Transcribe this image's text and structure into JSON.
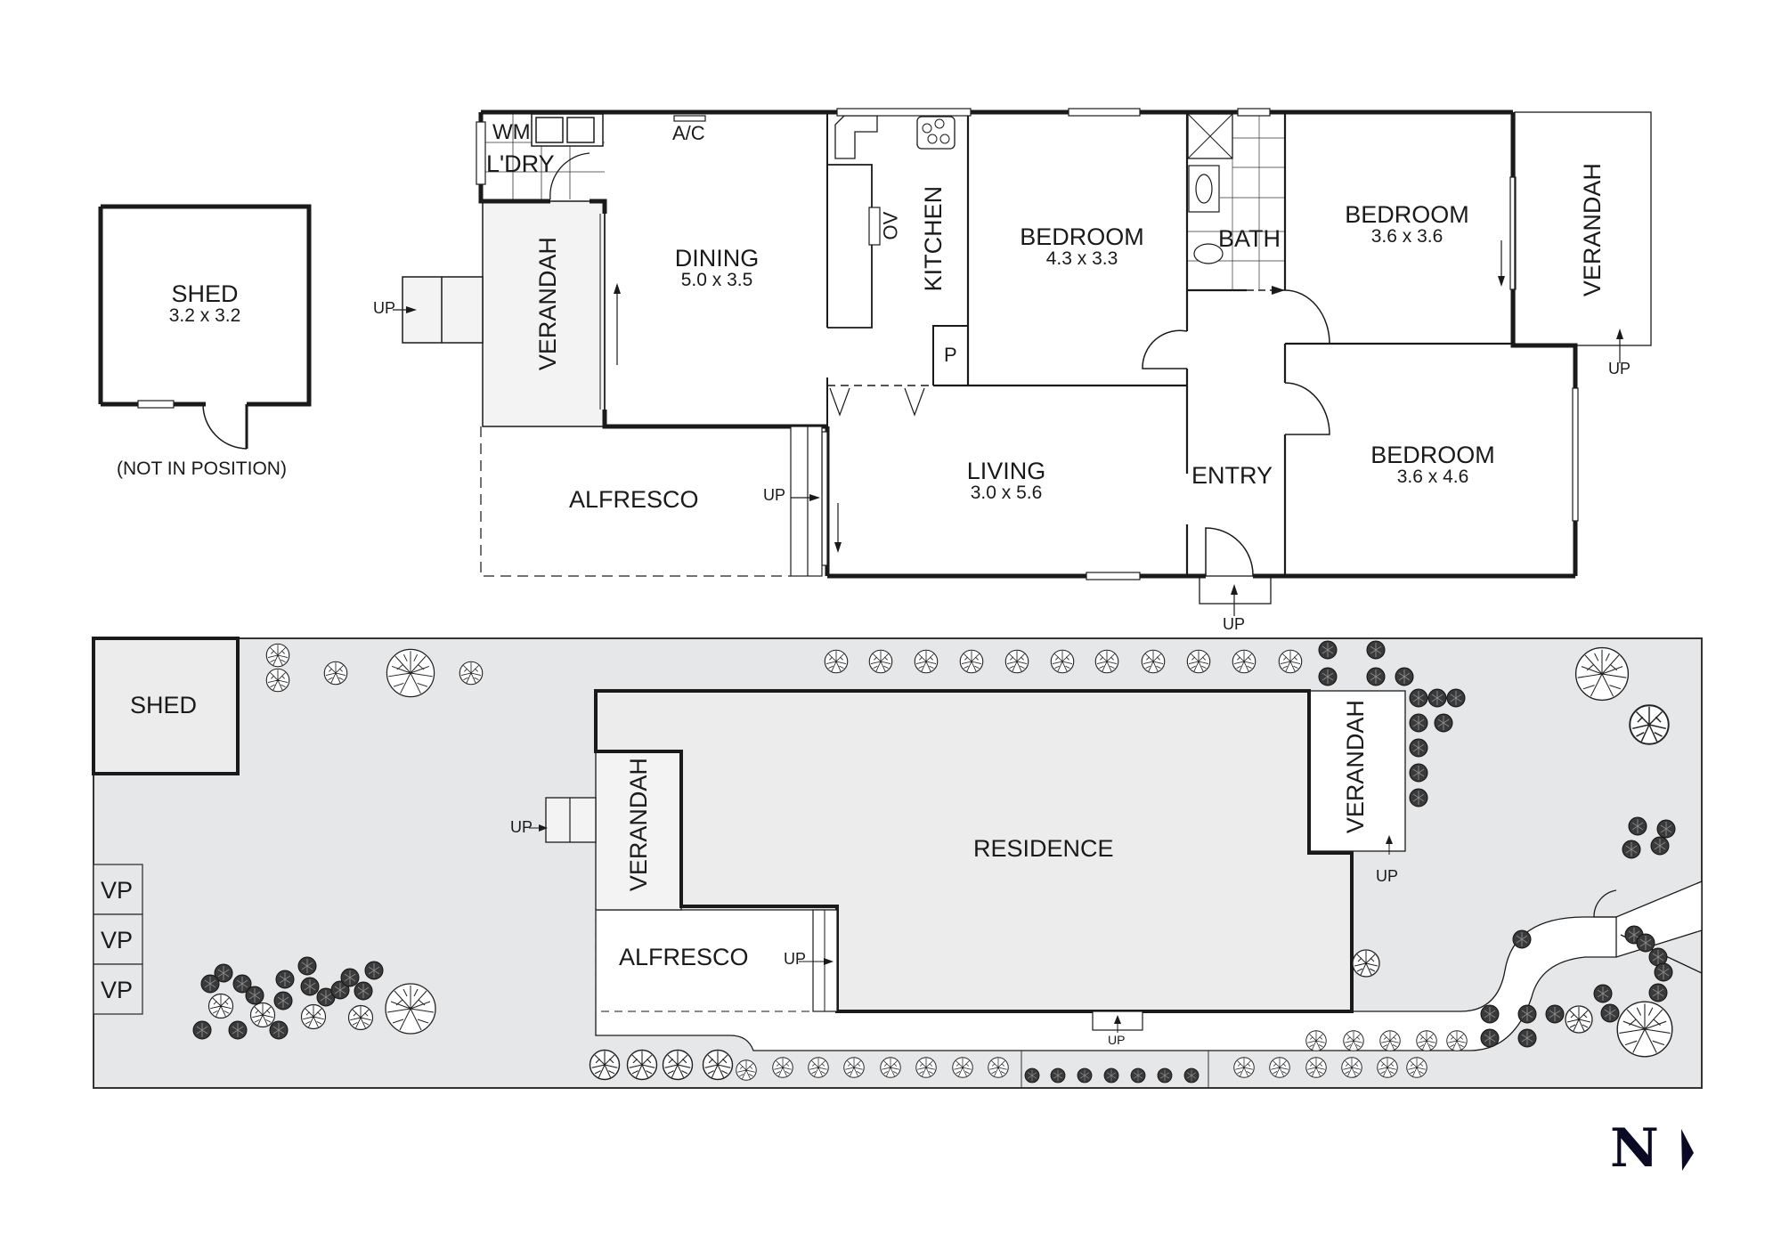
{
  "floor_plan": {
    "rooms": [
      {
        "id": "laundry",
        "name": "L'DRY",
        "appliance": "WM"
      },
      {
        "id": "dining",
        "name": "DINING",
        "dims": "5.0 x 3.5",
        "fixture": "A/C"
      },
      {
        "id": "kitchen",
        "name": "KITCHEN",
        "oven": "OV",
        "pantry": "P"
      },
      {
        "id": "bedroom1",
        "name": "BEDROOM",
        "dims": "4.3 x 3.3"
      },
      {
        "id": "bath",
        "name": "BATH"
      },
      {
        "id": "bedroom2",
        "name": "BEDROOM",
        "dims": "3.6 x 3.6"
      },
      {
        "id": "verandah_east",
        "name": "VERANDAH"
      },
      {
        "id": "verandah_west",
        "name": "VERANDAH"
      },
      {
        "id": "living",
        "name": "LIVING",
        "dims": "3.0 x 5.6"
      },
      {
        "id": "entry",
        "name": "ENTRY"
      },
      {
        "id": "bedroom3",
        "name": "BEDROOM",
        "dims": "3.6 x 4.6"
      },
      {
        "id": "alfresco",
        "name": "ALFRESCO"
      }
    ],
    "shed": {
      "name": "SHED",
      "dims": "3.2 x 3.2",
      "note": "(NOT IN POSITION)"
    },
    "up_label": "UP"
  },
  "site_plan": {
    "shed": "SHED",
    "residence": "RESIDENCE",
    "verandah_west": "VERANDAH",
    "verandah_east": "VERANDAH",
    "alfresco": "ALFRESCO",
    "vp": [
      "VP",
      "VP",
      "VP"
    ],
    "up_label": "UP"
  },
  "north": {
    "label": "N",
    "color": "#0a0a25"
  },
  "colors": {
    "wall": "#1a1a1a",
    "site_fill": "#e6e7e9",
    "verandah_fill": "#f3f3f3",
    "residence_fill": "#ececec"
  }
}
